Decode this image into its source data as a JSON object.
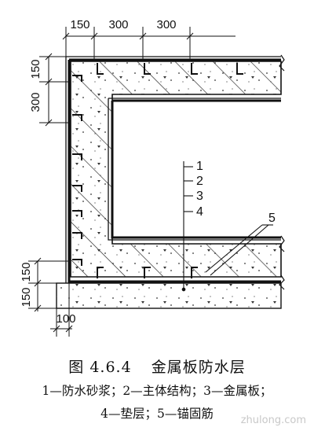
{
  "dimensions": {
    "top": [
      "150",
      "300",
      "300"
    ],
    "left_top": [
      "150",
      "300"
    ],
    "left_bottom": [
      "150",
      "150"
    ],
    "bottom": "100"
  },
  "callouts": [
    "1",
    "2",
    "3",
    "4",
    "5"
  ],
  "caption": {
    "prefix": "图",
    "number": "4.6.4",
    "title": "金属板防水层"
  },
  "legend": {
    "line1": "1—防水砂浆；2—主体结构；3—金属板；",
    "line2": "4—垫层；5—锚固筋"
  },
  "watermark": "zhulong.com"
}
